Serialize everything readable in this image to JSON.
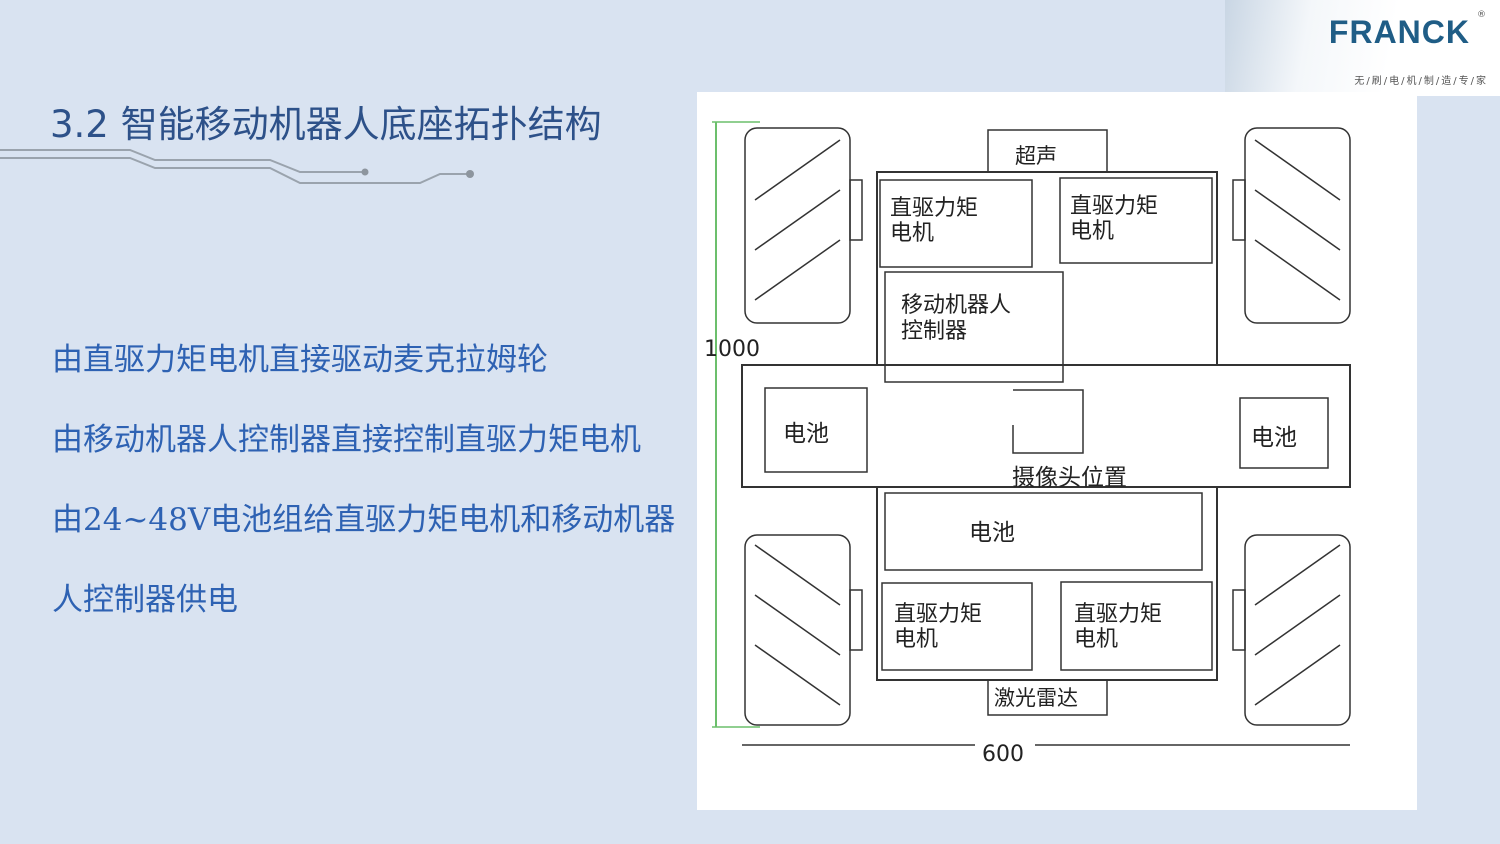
{
  "title": "3.2 智能移动机器人底座拓扑结构",
  "logo": {
    "brand": "FRANCK",
    "registered": "®",
    "tagline": "无/刷/电/机/制/造/专/家"
  },
  "body_lines": [
    "由直驱力矩电机直接驱动麦克拉姆轮",
    "由移动机器人控制器直接控制直驱力矩电机",
    "由24~48V电池组给直驱力矩电机和移动机器",
    "人控制器供电"
  ],
  "diagram": {
    "ultrasonic": "超声",
    "motor_line1": "直驱力矩",
    "motor_line2": "电机",
    "controller_line1": "移动机器人",
    "controller_line2": "控制器",
    "battery": "电池",
    "camera": "摄像头位置",
    "lidar": "激光雷达",
    "dim_length": "1000",
    "dim_width": "600"
  }
}
